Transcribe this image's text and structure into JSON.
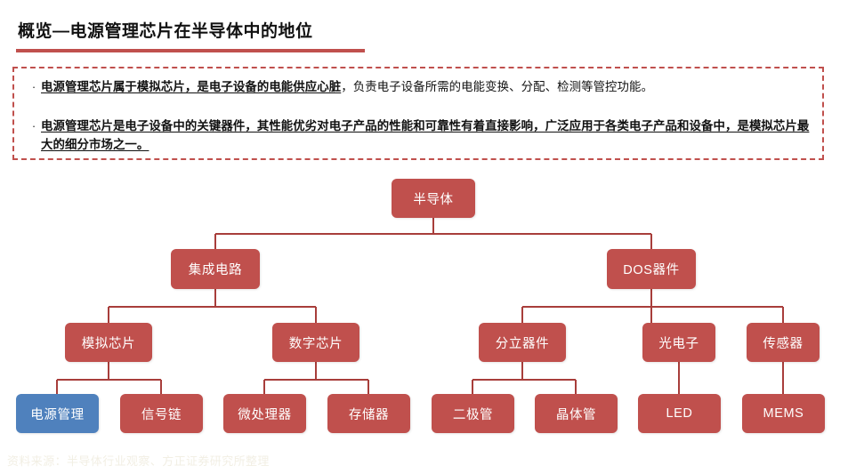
{
  "slide": {
    "title": "概览—电源管理芯片在半导体中的地位",
    "footer": "资料来源：半导体行业观察、方正证券研究所整理"
  },
  "callout": {
    "bullets": [
      {
        "marker": "·",
        "emphasis": "电源管理芯片属于模拟芯片，是电子设备的电能供应心脏",
        "rest": "，负责电子设备所需的电能变换、分配、检测等管控功能。"
      },
      {
        "marker": "·",
        "emphasis": "电源管理芯片是电子设备中的关键器件，其性能优劣对电子产品的性能和可靠性有着直接影响，广泛应用于各类电子产品和设备中，是模拟芯片最大的细分市场之一。",
        "rest": ""
      }
    ]
  },
  "colors": {
    "node_red": "#C0504D",
    "node_blue": "#4F81BD",
    "connector": "#A83E3B",
    "title_rule": "#C0504D",
    "callout_border": "#C0504D",
    "footer_text": "#F2EFE4"
  },
  "tree": {
    "root": {
      "id": "semiconductor",
      "label": "半导体"
    },
    "level2": [
      {
        "id": "ic",
        "label": "集成电路"
      },
      {
        "id": "dos",
        "label": "DOS器件"
      }
    ],
    "level3": [
      {
        "id": "analog",
        "label": "模拟芯片",
        "parent": "ic"
      },
      {
        "id": "digital",
        "label": "数字芯片",
        "parent": "ic"
      },
      {
        "id": "discrete",
        "label": "分立器件",
        "parent": "dos"
      },
      {
        "id": "optoelectronic",
        "label": "光电子",
        "parent": "dos"
      },
      {
        "id": "sensor",
        "label": "传感器",
        "parent": "dos"
      }
    ],
    "level4": [
      {
        "id": "pmic",
        "label": "电源管理",
        "parent": "analog",
        "highlight": true
      },
      {
        "id": "signal-chain",
        "label": "信号链",
        "parent": "analog",
        "highlight": false
      },
      {
        "id": "mpu",
        "label": "微处理器",
        "parent": "digital",
        "highlight": false
      },
      {
        "id": "memory",
        "label": "存储器",
        "parent": "digital",
        "highlight": false
      },
      {
        "id": "diode",
        "label": "二极管",
        "parent": "discrete",
        "highlight": false
      },
      {
        "id": "transistor",
        "label": "晶体管",
        "parent": "discrete",
        "highlight": false
      },
      {
        "id": "led",
        "label": "LED",
        "parent": "optoelectronic",
        "highlight": false
      },
      {
        "id": "mems",
        "label": "MEMS",
        "parent": "sensor",
        "highlight": false
      }
    ]
  }
}
